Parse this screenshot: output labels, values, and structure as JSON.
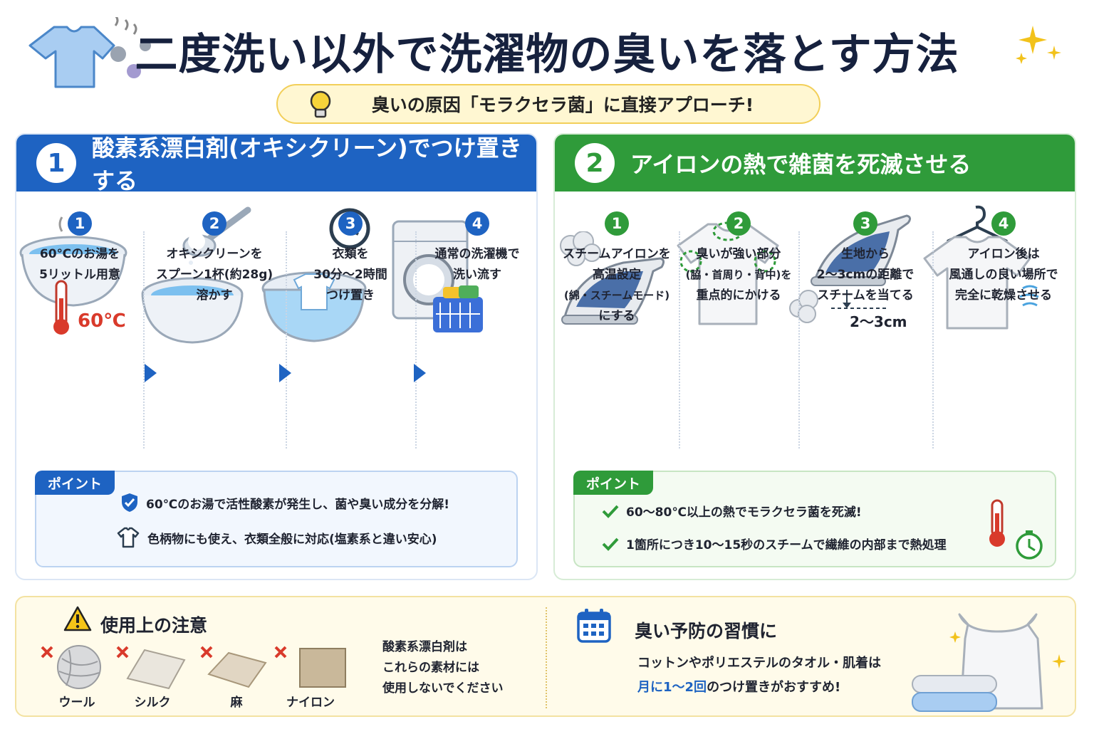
{
  "header": {
    "title": "二度洗い以外で洗濯物の臭いを落とす方法",
    "subtitle": "臭いの原因「モラクセラ菌」に直接アプローチ!"
  },
  "methods": [
    {
      "number": "1",
      "title": "酸素系漂白剤(オキシクリーン)でつけ置きする",
      "color": "#1e63c2",
      "steps": [
        {
          "number": "1",
          "lines": [
            "60℃のお湯を",
            "5リットル用意"
          ],
          "badge": "60℃",
          "icon": "basin-thermometer-icon"
        },
        {
          "number": "2",
          "lines": [
            "オキシクリーンを",
            "スプーン1杯(約28g)",
            "溶かす"
          ],
          "icon": "spoon-powder-icon"
        },
        {
          "number": "3",
          "lines": [
            "衣類を",
            "30分〜2時間",
            "つけ置き"
          ],
          "icon": "soaking-clock-icon"
        },
        {
          "number": "4",
          "lines": [
            "通常の洗濯機で",
            "洗い流す"
          ],
          "icon": "washing-machine-icon"
        }
      ],
      "point_label": "ポイント",
      "points": [
        {
          "icon": "shield-check-icon",
          "text": "60℃のお湯で活性酸素が発生し、菌や臭い成分を分解!"
        },
        {
          "icon": "tshirt-outline-icon",
          "text": "色柄物にも使え、衣類全般に対応(塩素系と違い安心)"
        }
      ]
    },
    {
      "number": "2",
      "title": "アイロンの熱で雑菌を死滅させる",
      "color": "#2f9b3a",
      "steps": [
        {
          "number": "1",
          "lines": [
            "スチームアイロンを",
            "高温設定",
            "(綿・スチームモード)",
            "にする"
          ],
          "icon": "steam-iron-icon"
        },
        {
          "number": "2",
          "lines": [
            "臭いが強い部分",
            "(脇・首周り・背中)を",
            "重点的にかける"
          ],
          "icon": "tshirt-target-icon"
        },
        {
          "number": "3",
          "lines": [
            "生地から",
            "2〜3cmの距離で",
            "スチームを当てる"
          ],
          "distance_label": "2〜3cm",
          "icon": "iron-distance-icon"
        },
        {
          "number": "4",
          "lines": [
            "アイロン後は",
            "風通しの良い場所で",
            "完全に乾燥させる"
          ],
          "icon": "hanger-shirt-icon"
        }
      ],
      "point_label": "ポイント",
      "points": [
        {
          "icon": "check-icon",
          "text": "60〜80℃以上の熱でモラクセラ菌を死滅!"
        },
        {
          "icon": "check-icon",
          "text": "1箇所につき10〜15秒のスチームで繊維の内部まで熱処理"
        }
      ]
    }
  ],
  "caution": {
    "title": "使用上の注意",
    "materials": [
      "ウール",
      "シルク",
      "麻",
      "ナイロン"
    ],
    "note_lines": [
      "酸素系漂白剤は",
      "これらの素材には",
      "使用しないでください"
    ]
  },
  "habit": {
    "title": "臭い予防の習慣に",
    "line1": "コットンやポリエステルのタオル・肌着は",
    "line2_highlight": "月に1〜2回",
    "line2_rest": "のつけ置きがおすすめ!"
  },
  "colors": {
    "blue": "#1e63c2",
    "green": "#2f9b3a",
    "warning_yellow": "#f5c518",
    "cross_red": "#d93a2b"
  }
}
